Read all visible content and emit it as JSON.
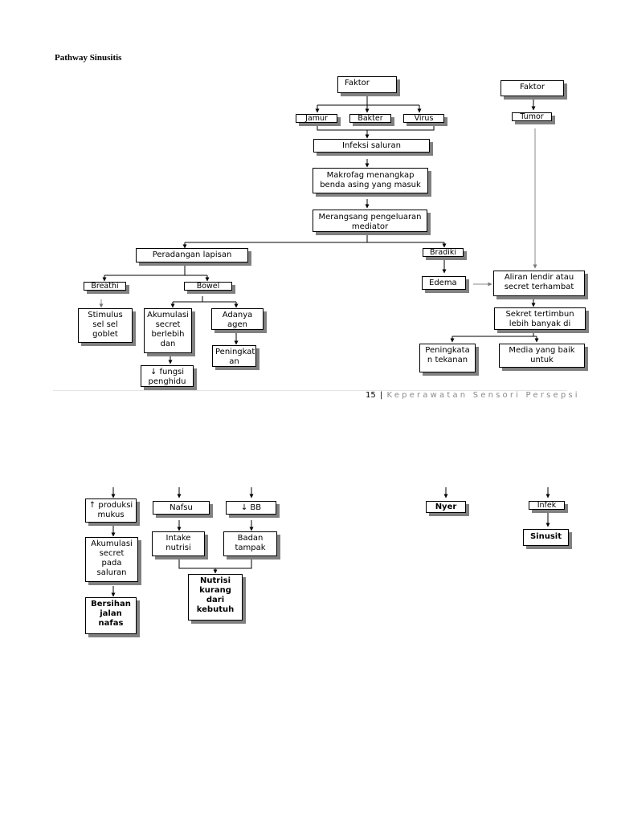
{
  "title": "Pathway Sinusitis",
  "boxes": {
    "faktor1": "Faktor",
    "faktor2": "Faktor",
    "jamur": "Jamur",
    "bakteri": "Bakter",
    "virus": "Virus",
    "tumor": "Tumor",
    "infeksi": "Infeksi saluran",
    "makrofag": "Makrofag menangkap benda asing yang masuk",
    "merangsang": "Merangsang pengeluaran mediator",
    "peradangan": "Peradangan lapisan",
    "bradiki": "Bradiki",
    "breathi": "Breathi",
    "bowel": "Bowel",
    "edema": "Edema",
    "aliran": "Aliran lendir atau secret terhambat",
    "sekret": "Sekret tertimbun lebih banyak di",
    "stimulus": "Stimulus sel sel goblet",
    "akumulasi1": "Akumulasi secret berlebih dan",
    "adanya": "Adanya agen",
    "peningkatan1": "Peningkat an",
    "fungsi": "↓ fungsi penghidu",
    "peningkatan2": "Peningkata n tekanan",
    "media": "Media yang baik untuk",
    "produksi": "↑ produksi mukus",
    "nafsu": "Nafsu",
    "bb": "↓ BB",
    "nyeri": "Nyer",
    "infek": "Infek",
    "akumulasi2": "Akumulasi secret pada saluran",
    "intake": "Intake nutrisi",
    "badan": "Badan tampak",
    "sinusitis": "Sinusit",
    "bersihan": "Bersihan jalan nafas",
    "nutrisi": "Nutrisi kurang dari kebutuh"
  },
  "footer": {
    "page": "15",
    "separator": "|",
    "text": "Keperawatan Sensori Persepsi"
  }
}
